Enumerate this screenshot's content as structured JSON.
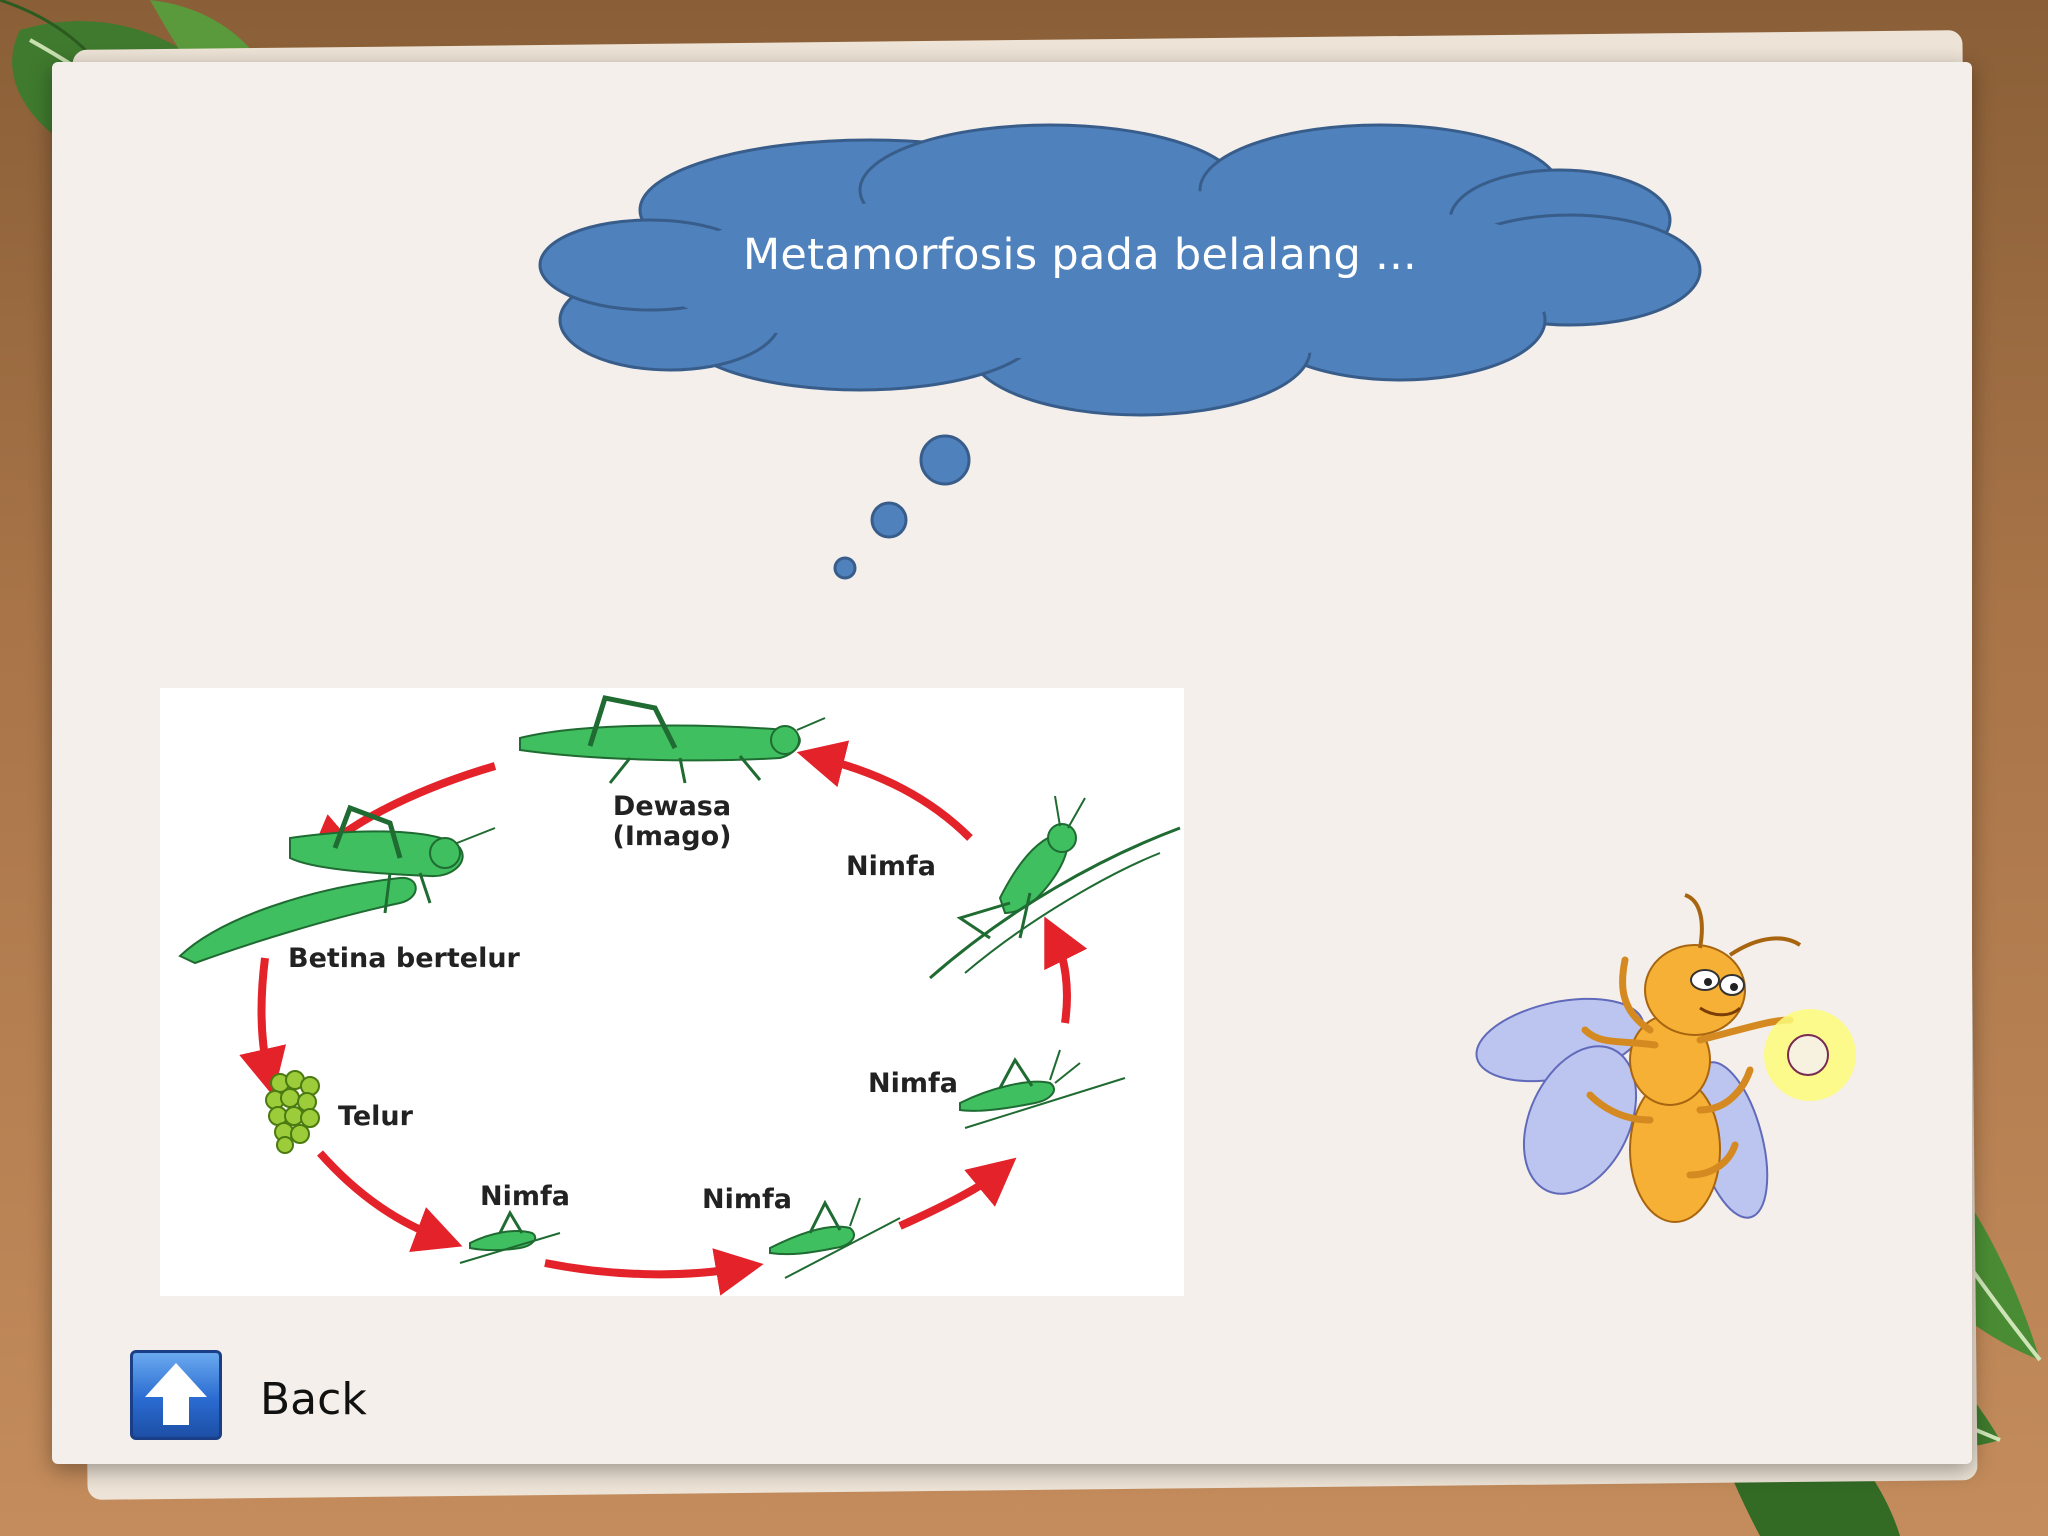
{
  "slide": {
    "thought_bubble_text": "Metamorfosis pada belalang ...",
    "back_label": "Back"
  },
  "diagram": {
    "stages": {
      "adult": "Dewasa",
      "adult_sub": "(Imago)",
      "female_laying": "Betina bertelur",
      "egg": "Telur",
      "nymph_1": "Nimfa",
      "nymph_2": "Nimfa",
      "nymph_3": "Nimfa",
      "nymph_4": "Nimfa"
    }
  },
  "colors": {
    "cloud_fill": "#4f81bd",
    "cloud_stroke": "#385d8a",
    "arrow": "#e3222a",
    "grasshopper": "#3fbf5f",
    "back_button": "#2a6bd1"
  }
}
